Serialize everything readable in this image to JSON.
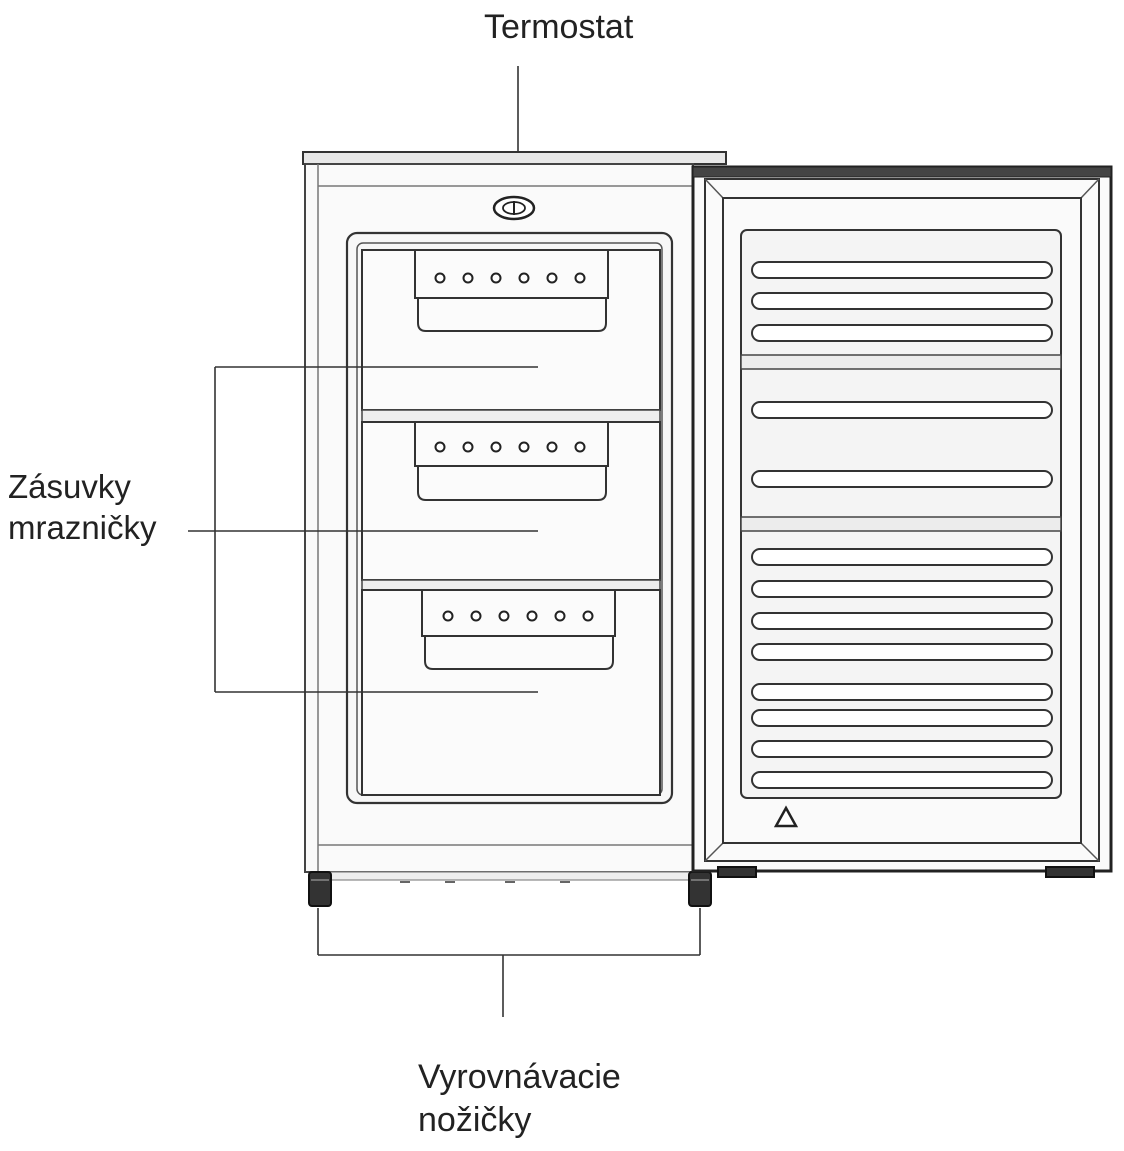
{
  "labels": {
    "thermostat": "Termostat",
    "drawers": [
      "Zásuvky",
      "mrazničky"
    ],
    "feet": [
      "Vyrovnávacie",
      "nožičky"
    ]
  },
  "colors": {
    "outline": "#222222",
    "thin_line": "#333333",
    "panel_fill": "#f4f4f4",
    "shelf_fill": "#ececec"
  }
}
